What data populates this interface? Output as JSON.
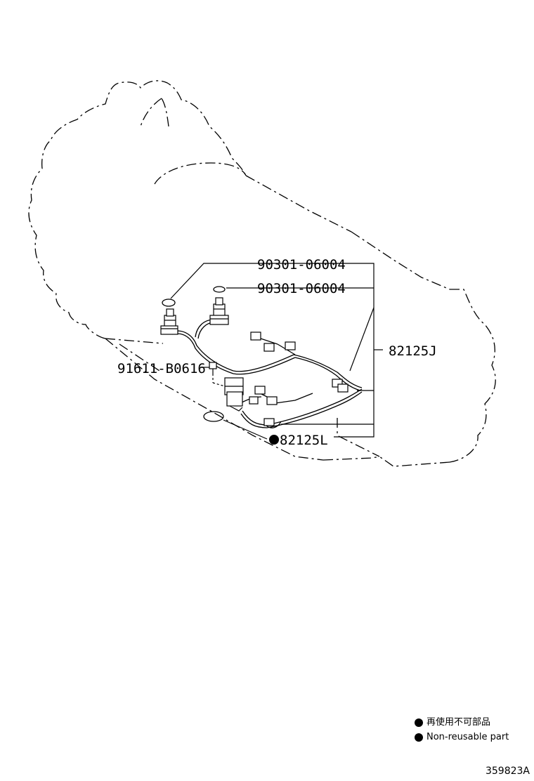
{
  "callouts": {
    "gasket_1": "90301-06004",
    "gasket_2": "90301-06004",
    "wire_j": "82125J",
    "bolt": "91611-B0616",
    "wire_l": "82125L"
  },
  "legend": {
    "items": [
      {
        "symbol": "filled-circle-icon",
        "text": "再使用不可部品"
      },
      {
        "symbol": "filled-circle-icon",
        "text": "Non-reusable part"
      }
    ]
  },
  "figure_id": "359823A",
  "colors": {
    "ink": "#000000",
    "paper": "#ffffff"
  }
}
